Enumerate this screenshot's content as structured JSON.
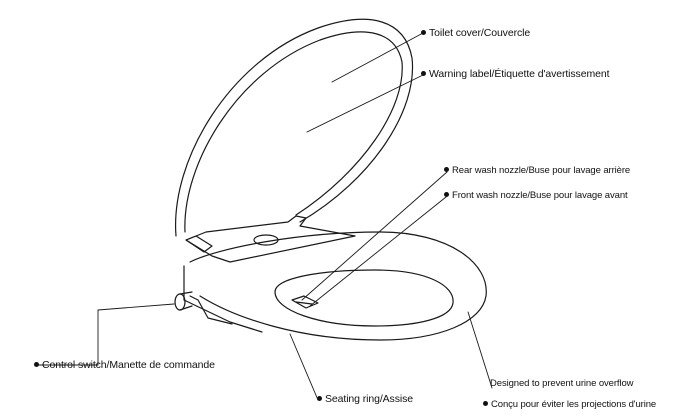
{
  "labels": {
    "toilet_cover": "Toilet cover/Couvercle",
    "warning_label": "Warning label/Étiquette d'avertissement",
    "rear_nozzle": "Rear wash nozzle/Buse pour lavage arrière",
    "front_nozzle": "Front wash nozzle/Buse pour lavage avant",
    "control_switch": "Control switch/Manette de commande",
    "seating_ring": "Seating ring/Assise",
    "urine_en": "Designed to prevent urine overflow",
    "urine_fr": "Conçu pour éviter les projections d'urine"
  },
  "colors": {
    "line": "#1a1a1a",
    "text": "#111111",
    "background": "#ffffff"
  }
}
